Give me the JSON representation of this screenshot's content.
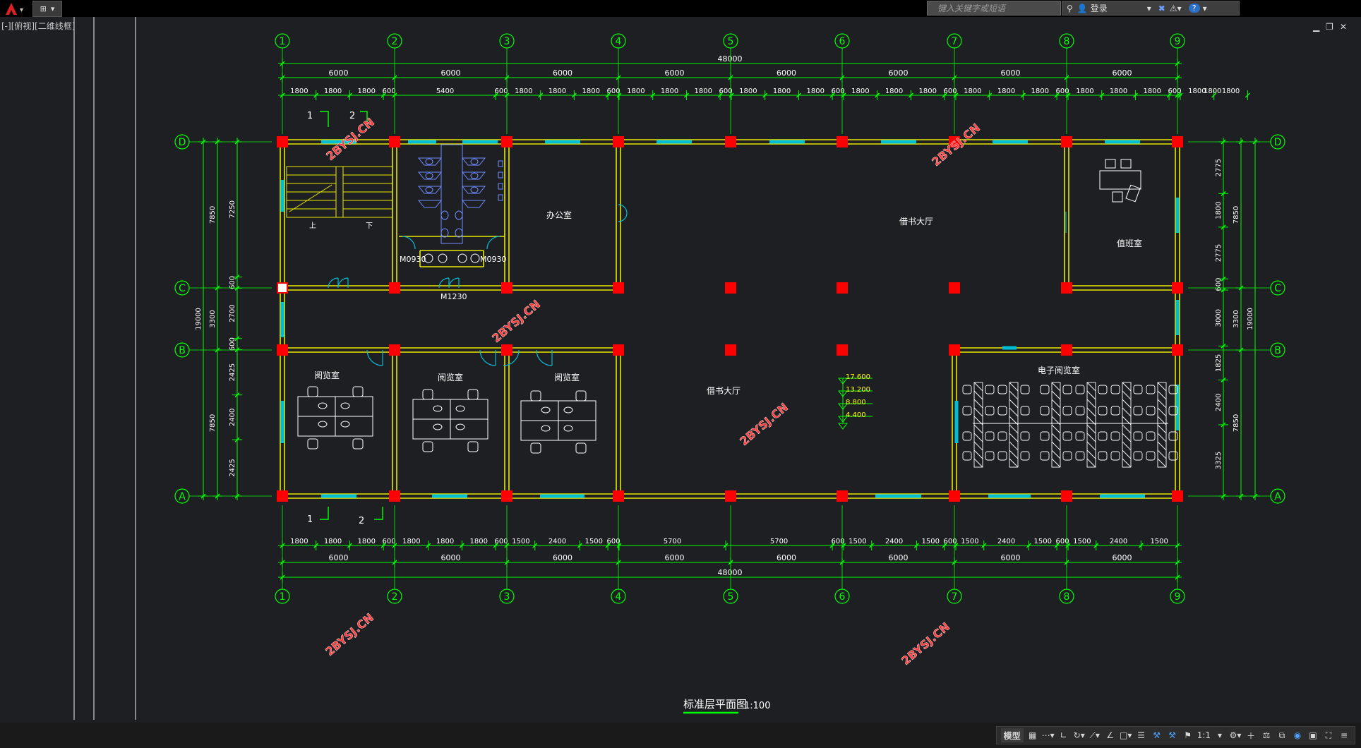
{
  "app": {
    "viewport_label": "[-][俯视][二维线框]",
    "search_placeholder": "键入关键字或短语",
    "login_label": "登录",
    "help_label": "?"
  },
  "drawing": {
    "title": "标准层平面图",
    "scale": "1:100",
    "axes_numbers": [
      "1",
      "2",
      "3",
      "4",
      "5",
      "6",
      "7",
      "8",
      "9"
    ],
    "axes_letters": [
      "A",
      "B",
      "C",
      "D"
    ],
    "total_dim": "48000",
    "bay_dims": [
      "6000",
      "6000",
      "6000",
      "6000",
      "6000",
      "6000",
      "6000",
      "6000"
    ],
    "top_detail": [
      "1800",
      "1800",
      "1800",
      "600",
      "5400",
      "600",
      "1800",
      "1800",
      "1800",
      "600",
      "1800",
      "1800",
      "1800",
      "600",
      "1800",
      "1800",
      "1800",
      "600",
      "1800",
      "1800",
      "1800",
      "600",
      "1800",
      "1800",
      "1800",
      "600",
      "1800",
      "1800",
      "1800",
      "600",
      "1800",
      "1800",
      "1800"
    ],
    "bottom_detail": [
      "1800",
      "1800",
      "1800",
      "600",
      "1800",
      "1800",
      "1800",
      "600",
      "1500",
      "2400",
      "1500",
      "600",
      "5700",
      "5700",
      "600",
      "1500",
      "2400",
      "1500",
      "600",
      "1500",
      "2400",
      "1500",
      "600",
      "1500",
      "2400",
      "1500"
    ],
    "left_total": "19000",
    "left_segments": [
      "7850",
      "3300",
      "7850"
    ],
    "left_detail": [
      "7250",
      "600",
      "2700",
      "600",
      "2425",
      "2400",
      "2425"
    ],
    "right_total": "19000",
    "right_segments": [
      "7850",
      "3300",
      "7850"
    ],
    "right_detail": [
      "2775",
      "1800",
      "2775",
      "600",
      "3000",
      "1825",
      "2400",
      "3325"
    ],
    "rooms": {
      "office": "办公室",
      "lobby_top": "借书大厅",
      "duty": "值班室",
      "reading1": "阅览室",
      "reading2": "阅览室",
      "reading3": "阅览室",
      "lobby_bottom": "借书大厅",
      "e_reading": "电子阅览室"
    },
    "doors": {
      "m0930_left": "M0930",
      "m0930_right": "M0930",
      "m1230": "M1230"
    },
    "stair": {
      "up": "上",
      "down": "下"
    },
    "section_marks": [
      "1",
      "2"
    ],
    "elevations": [
      "17.600",
      "13.200",
      "8.800",
      "4.400"
    ],
    "watermark": "2BYSJ.CN",
    "colors": {
      "grid": "#00ff00",
      "wall": "#e8e800",
      "column": "#ff0000",
      "window": "#00bcd4",
      "text": "#ffffff",
      "background": "#1e1f22"
    }
  },
  "status": {
    "model_label": "模型",
    "scale_label": "1:1"
  }
}
